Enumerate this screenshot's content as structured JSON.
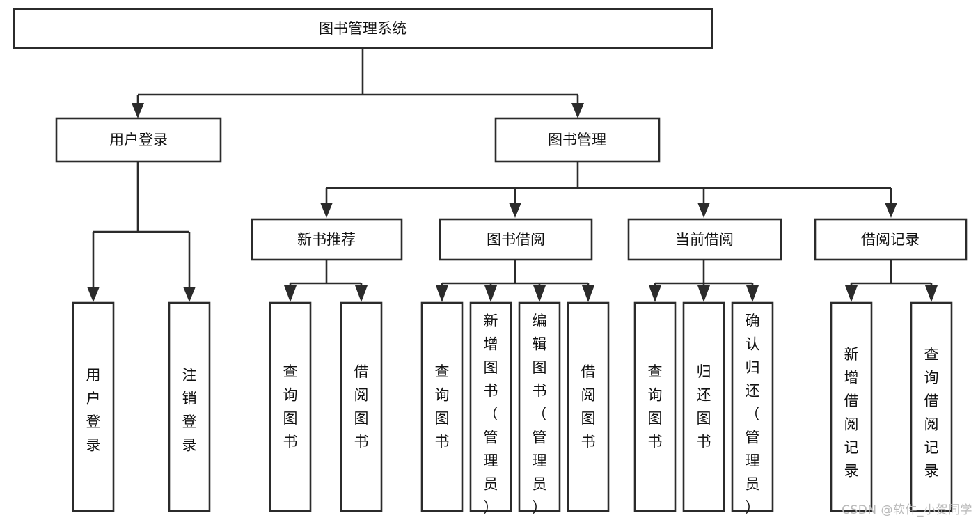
{
  "diagram": {
    "type": "tree-hierarchy",
    "title": "图书管理系统",
    "watermark": "CSDN @软件_小贺同学",
    "colors": {
      "stroke": "#2b2b2b",
      "fill": "#ffffff",
      "text": "#111111",
      "watermark": "#b9b9b9"
    },
    "levels": {
      "root": "图书管理系统",
      "level2": [
        "用户登录",
        "图书管理"
      ],
      "level3": [
        "新书推荐",
        "图书借阅",
        "当前借阅",
        "借阅记录"
      ],
      "level4_groups": [
        {
          "parent": "用户登录",
          "children": [
            "用户登录",
            "注销登录"
          ]
        },
        {
          "parent": "新书推荐",
          "children": [
            "查询图书",
            "借阅图书"
          ]
        },
        {
          "parent": "图书借阅",
          "children": [
            "查询图书",
            "新增图书（管理员）",
            "编辑图书（管理员）",
            "借阅图书"
          ]
        },
        {
          "parent": "当前借阅",
          "children": [
            "查询图书",
            "归还图书",
            "确认归还（管理员）"
          ]
        },
        {
          "parent": "借阅记录",
          "children": [
            "新增借阅记录",
            "查询借阅记录"
          ]
        }
      ]
    },
    "nodes": {
      "root": {
        "label": "图书管理系统"
      },
      "user_login": {
        "label": "用户登录"
      },
      "book_manage": {
        "label": "图书管理"
      },
      "new_book_rec": {
        "label": "新书推荐"
      },
      "book_borrow": {
        "label": "图书借阅"
      },
      "current_borrow": {
        "label": "当前借阅"
      },
      "borrow_record": {
        "label": "借阅记录"
      },
      "leaf_user_login": {
        "label": "用户登录"
      },
      "leaf_user_logout": {
        "label": "注销登录"
      },
      "leaf_rec_query": {
        "label": "查询图书"
      },
      "leaf_rec_borrow": {
        "label": "借阅图书"
      },
      "leaf_borrow_query": {
        "label": "查询图书"
      },
      "leaf_borrow_add": {
        "label": "新增图书（管理员）"
      },
      "leaf_borrow_edit": {
        "label": "编辑图书（管理员）"
      },
      "leaf_borrow_borrow": {
        "label": "借阅图书"
      },
      "leaf_cur_query": {
        "label": "查询图书"
      },
      "leaf_cur_return": {
        "label": "归还图书"
      },
      "leaf_cur_confirm": {
        "label": "确认归还（管理员）"
      },
      "leaf_rec_add": {
        "label": "新增借阅记录"
      },
      "leaf_rec_search": {
        "label": "查询借阅记录"
      }
    }
  }
}
